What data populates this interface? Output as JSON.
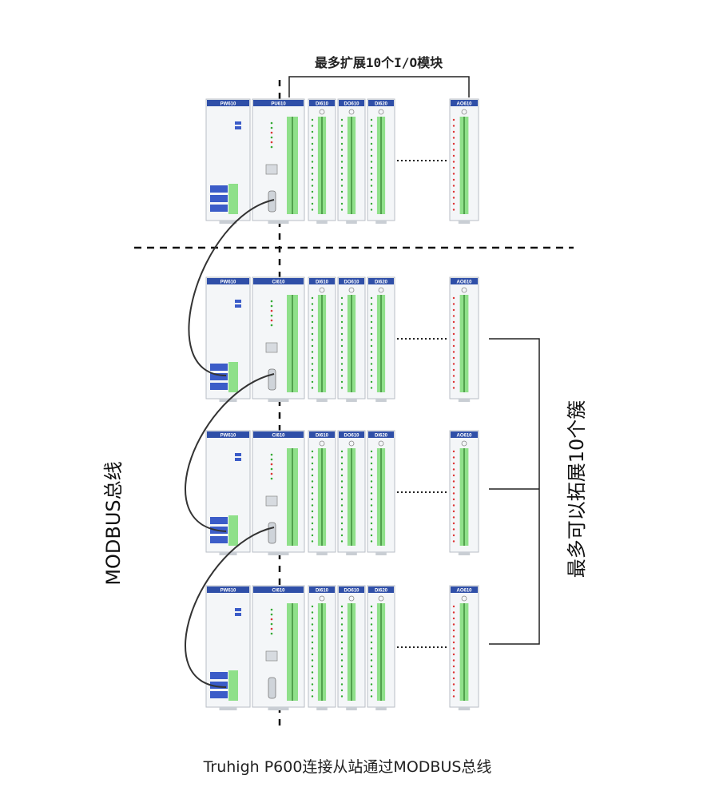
{
  "header_label": "最多扩展10个I/O模块",
  "left_label": "MODBUS总线",
  "right_label": "最多可以拓展10个簇",
  "caption": "Truhigh P600连接从站通过MODBUS总线",
  "colors": {
    "module_header": "#2f4fa8",
    "terminal_green": "#8fe08a",
    "terminal_dark": "#3d8c3a",
    "module_body": "#f4f6f8",
    "cable": "#333333"
  },
  "rows": [
    {
      "modules": [
        "PW610",
        "PU610",
        "DI610",
        "DO610",
        "DI620",
        "AO610"
      ]
    },
    {
      "modules": [
        "PW610",
        "CI610",
        "DI610",
        "DO610",
        "DI620",
        "AO610"
      ]
    },
    {
      "modules": [
        "PW610",
        "CI610",
        "DI610",
        "DO610",
        "DI620",
        "AO610"
      ]
    },
    {
      "modules": [
        "PW610",
        "CI610",
        "DI610",
        "DO610",
        "DI620",
        "AO610"
      ]
    }
  ]
}
